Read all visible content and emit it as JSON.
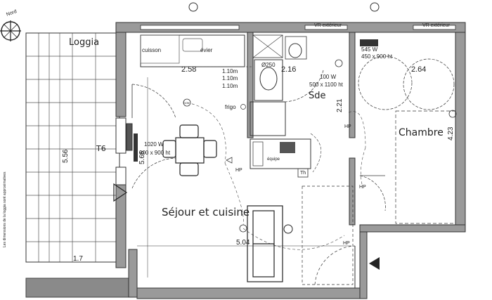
{
  "compass": {
    "north_label": "Nord"
  },
  "side_note": "Les dimensions de la loggia sont approximatives",
  "rooms": {
    "loggia": "Loggia",
    "sejour": "Séjour et cuisine",
    "chambre": "Chambre",
    "sde": "Sde"
  },
  "dimensions": {
    "top_sejour": "2.58",
    "top_sde": "2.16",
    "top_chambre": "2.64",
    "loggia_height": "5.56",
    "sejour_height": "5.66",
    "chambre_depth": "4.23",
    "sde_depth": "2.21",
    "loggia_width": "1.7",
    "sejour_width": "5.04"
  },
  "labels": {
    "vr_ext_1": "VR extérieur",
    "vr_ext_2": "VR extérieur",
    "t6": "T6",
    "radiator_sejour_power": "1020 W",
    "radiator_sejour_size": "900 x 900 ht",
    "radiator_sde_power": "100 W",
    "radiator_sde_size": "500 x 1100 ht",
    "radiator_chambre_power": "545 W",
    "radiator_chambre_size": "450 x 900 ht",
    "cuisson": "cuisson",
    "evier": "évier",
    "height_1": "1.10m",
    "height_2": "1.10m",
    "height_3": "1.10m",
    "frigo": "frigo",
    "diam": "Ø250",
    "tableau": "équipe",
    "hp_1": "HP",
    "hp_2": "HP",
    "hp_3": "HP",
    "hp_4": "HP",
    "th": "Th",
    "dcl": "DCL"
  }
}
